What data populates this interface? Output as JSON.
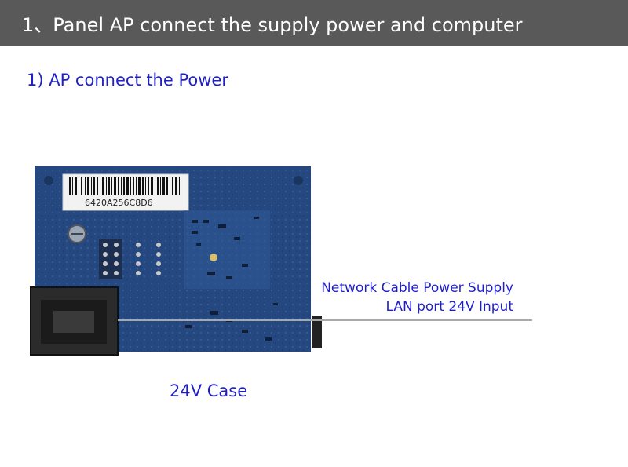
{
  "header": {
    "title": "1、Panel AP connect the supply power and computer"
  },
  "section": {
    "subtitle": "1) AP connect the Power"
  },
  "board": {
    "serial_label": "6420A256C8D6"
  },
  "callout": {
    "line1": "Network Cable Power Supply",
    "line2": "LAN port 24V Input"
  },
  "caption": "24V Case",
  "colors": {
    "header_bg": "#595959",
    "accent_text": "#1f1fc8",
    "pcb": "#24487f",
    "pcb_light": "#3564a8"
  }
}
